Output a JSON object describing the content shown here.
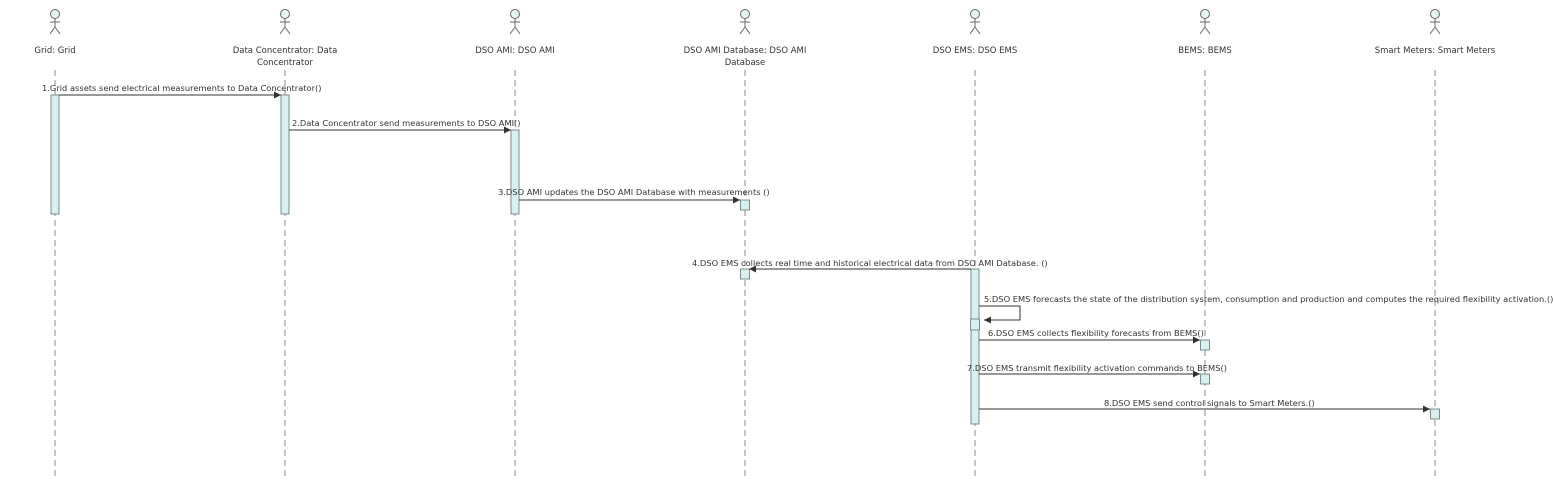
{
  "colors": {
    "lifeline": "#8c8c8c",
    "activation_fill": "#d9f0f0",
    "activation_stroke": "#7a8c8c",
    "actor_fill": "#e4f4f4",
    "actor_stroke": "#666666",
    "message_line": "#333333",
    "text": "#333333"
  },
  "actors": [
    {
      "id": "grid",
      "label": "Grid: Grid"
    },
    {
      "id": "dc",
      "label": "Data Concentrator: Data Concentrator"
    },
    {
      "id": "ami",
      "label": "DSO AMI: DSO AMI"
    },
    {
      "id": "amidb",
      "label": "DSO AMI Database: DSO AMI Database"
    },
    {
      "id": "ems",
      "label": "DSO EMS: DSO EMS"
    },
    {
      "id": "bems",
      "label": "BEMS: BEMS"
    },
    {
      "id": "sm",
      "label": "Smart Meters: Smart Meters"
    }
  ],
  "messages": [
    {
      "number": "1",
      "from": "grid",
      "to": "dc",
      "label": "1.Grid assets send electrical measurements to Data Concentrator()"
    },
    {
      "number": "2",
      "from": "dc",
      "to": "ami",
      "label": "2.Data Concentrator send measurements to DSO AMI()"
    },
    {
      "number": "3",
      "from": "ami",
      "to": "amidb",
      "label": "3.DSO AMI updates the DSO AMI Database with measurements ()"
    },
    {
      "number": "4",
      "from": "ems",
      "to": "amidb",
      "label": "4.DSO EMS collects real time and historical electrical data from DSO AMI Database. ()"
    },
    {
      "number": "5",
      "from": "ems",
      "to": "ems",
      "label": "5.DSO EMS forecasts the state of the distribution system, consumption and production and computes the required flexibility activation.()"
    },
    {
      "number": "6",
      "from": "ems",
      "to": "bems",
      "label": "6.DSO EMS collects flexibility forecasts from BEMS()"
    },
    {
      "number": "7",
      "from": "ems",
      "to": "bems",
      "label": "7.DSO EMS transmit flexibility activation commands to BEMS()"
    },
    {
      "number": "8",
      "from": "ems",
      "to": "sm",
      "label": "8.DSO EMS send control signals to Smart Meters.()"
    }
  ]
}
